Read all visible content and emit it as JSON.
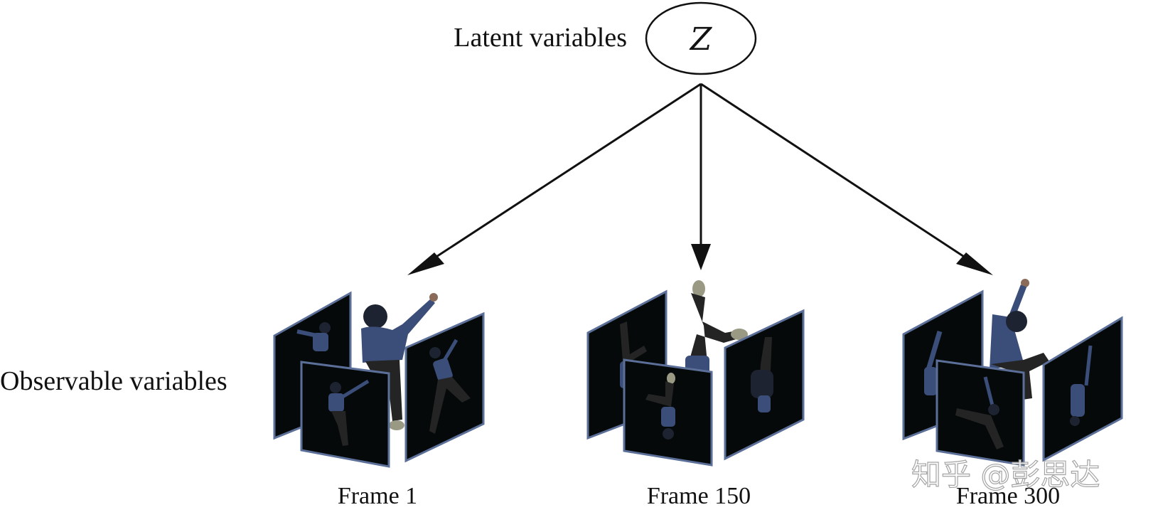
{
  "latent": {
    "label": "Latent variables",
    "symbol": "Z"
  },
  "observable": {
    "label": "Observable variables"
  },
  "frames": [
    {
      "label": "Frame 1"
    },
    {
      "label": "Frame 150"
    },
    {
      "label": "Frame 300"
    }
  ],
  "watermark": "知乎 @彭思达",
  "colors": {
    "panel_border": "#5b6f98",
    "panel_fill": "#050909",
    "arrow": "#111111"
  }
}
